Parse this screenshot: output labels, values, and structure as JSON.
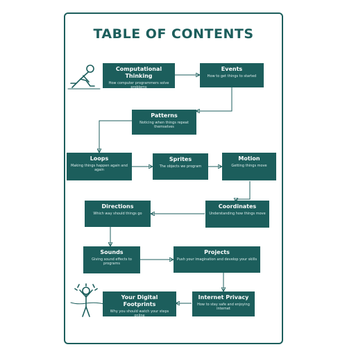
{
  "title": "TABLE OF CONTENTS",
  "colors": {
    "accent": "#1c5e5c",
    "background": "#ffffff"
  },
  "icons": {
    "start": "crouching-runner-icon",
    "finish": "finish-line-runner-icon"
  },
  "topics": [
    {
      "title": "Computational Thinking",
      "desc": "How computer programmers solve problems"
    },
    {
      "title": "Events",
      "desc": "How to get things to started"
    },
    {
      "title": "Patterns",
      "desc": "Noticing when things repeat themselves"
    },
    {
      "title": "Loops",
      "desc": "Making things happen again and again"
    },
    {
      "title": "Sprites",
      "desc": "The objects we program"
    },
    {
      "title": "Motion",
      "desc": "Getting things move"
    },
    {
      "title": "Directions",
      "desc": "Which way should things go"
    },
    {
      "title": "Coordinates",
      "desc": "Understanding how things move"
    },
    {
      "title": "Sounds",
      "desc": "Giving sound effects to programs"
    },
    {
      "title": "Projects",
      "desc": "Push your imagination and develop your skills"
    },
    {
      "title": "Your Digital Footprints",
      "desc": "Why you should watch your steps online"
    },
    {
      "title": "Internet Privacy",
      "desc": "How to stay safe and enjoying internet"
    }
  ]
}
